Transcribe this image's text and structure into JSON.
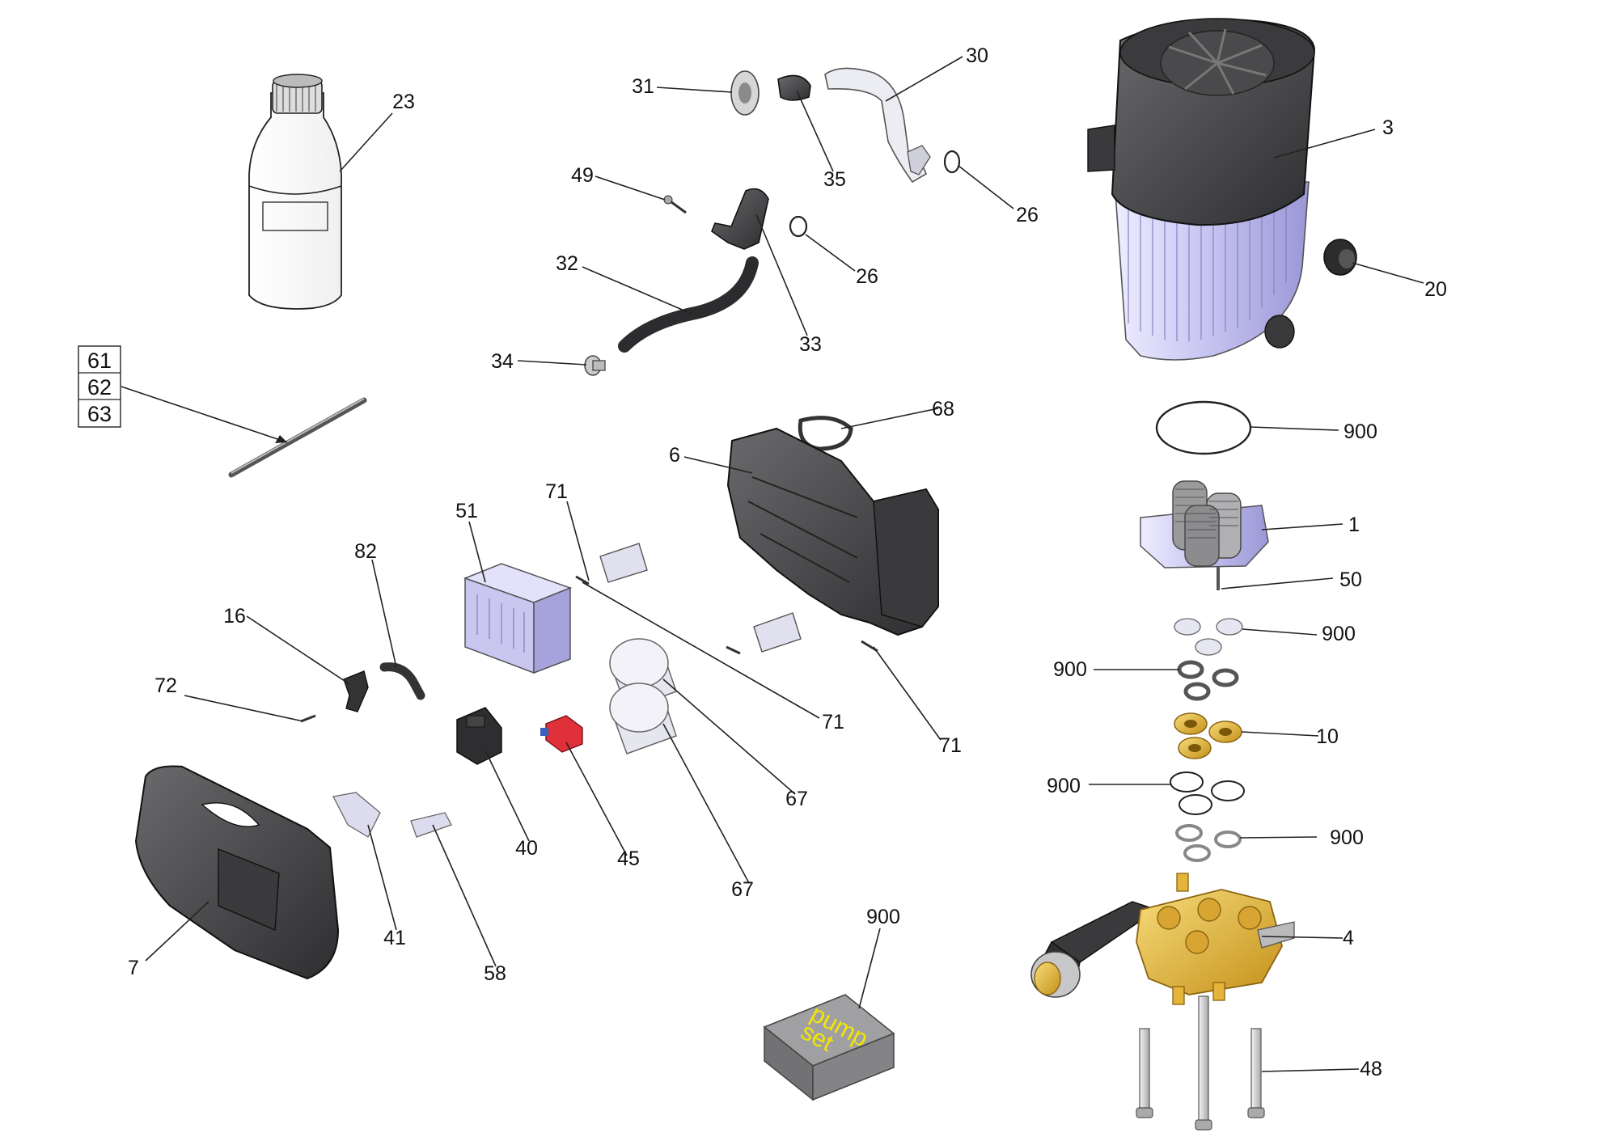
{
  "labels": {
    "p23": "23",
    "p31": "31",
    "p30": "30",
    "p35": "35",
    "p26a": "26",
    "p26b": "26",
    "p49": "49",
    "p32": "32",
    "p33": "33",
    "p34": "34",
    "p3": "3",
    "p20": "20",
    "p61": "61",
    "p62": "62",
    "p63": "63",
    "p68": "68",
    "p6": "6",
    "p900a": "900",
    "p1": "1",
    "p50": "50",
    "p71a": "71",
    "p51": "51",
    "p82": "82",
    "p16": "16",
    "p72": "72",
    "p71b": "71",
    "p71c": "71",
    "p900b": "900",
    "p900c": "900",
    "p10": "10",
    "p67a": "67",
    "p40": "40",
    "p45": "45",
    "p900d": "900",
    "p900e": "900",
    "p41": "41",
    "p58": "58",
    "p67b": "67",
    "p7": "7",
    "p900f": "900",
    "p4": "4",
    "p48": "48"
  },
  "pump_set_label": {
    "line1": "pump",
    "line2": "set"
  },
  "colors": {
    "housing_dark": "#4a4a4c",
    "motor_lavender": "#c9c7f0",
    "brass": "#e8b93a",
    "light_part": "#d9d8ee",
    "red": "#e0303a",
    "set_box": "#8d8d8f",
    "set_text": "#f3e600"
  }
}
